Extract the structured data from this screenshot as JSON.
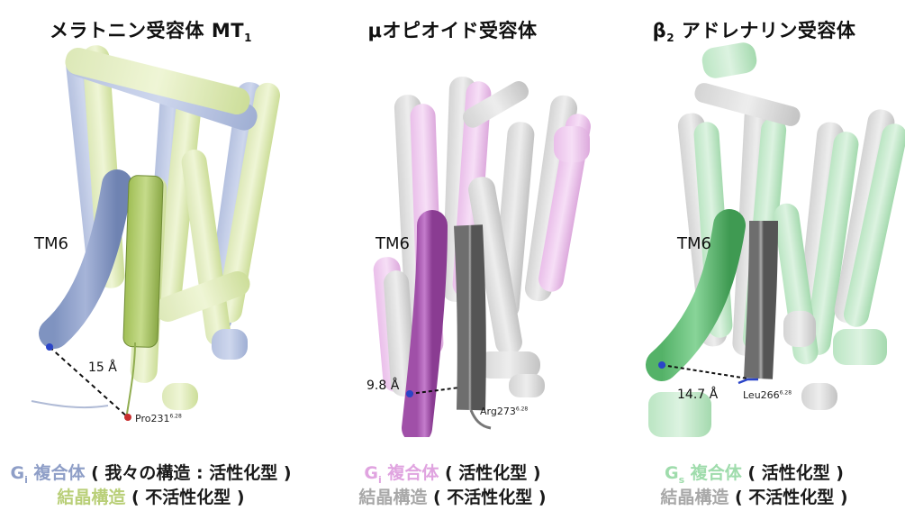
{
  "panels": [
    {
      "title": "メラトニン受容体 MT",
      "title_sub": "1",
      "tm6_label": "TM6",
      "distance": "15 Å",
      "residue": "Pro231",
      "residue_sup": "6.28",
      "caption_line1_colored": "G",
      "caption_line1_colored_sub": "i",
      "caption_line1_colored_rest": " 複合体",
      "caption_line1_rest": " ( 我々の構造 : 活性化型 )",
      "caption_line2_colored": "結晶構造",
      "caption_line2_rest": " ( 不活性化型 )",
      "active_color": "#8e9ec7",
      "inactive_color": "#b9cf78"
    },
    {
      "title": "μオピオイド受容体",
      "tm6_label": "TM6",
      "distance": "9.8 Å",
      "residue": "Arg273",
      "residue_sup": "6.28",
      "caption_line1_colored": "G",
      "caption_line1_colored_sub": "i",
      "caption_line1_colored_rest": " 複合体",
      "caption_line1_rest": " ( 活性化型 )",
      "caption_line2_colored": "結晶構造",
      "caption_line2_rest": " ( 不活性化型 )",
      "active_color": "#c880c8",
      "inactive_color": "#b5b5b5"
    },
    {
      "title": "β",
      "title_sub": "2",
      "title_rest": " アドレナリン受容体",
      "tm6_label": "TM6",
      "distance": "14.7 Å",
      "residue": "Leu266",
      "residue_sup": "6.28",
      "caption_line1_colored": "G",
      "caption_line1_colored_sub": "s",
      "caption_line1_colored_rest": " 複合体",
      "caption_line1_rest": " ( 活性化型 )",
      "caption_line2_colored": "結晶構造",
      "caption_line2_rest": " ( 不活性化型 )",
      "active_color": "#7cc88a",
      "inactive_color": "#b5b5b5"
    }
  ]
}
